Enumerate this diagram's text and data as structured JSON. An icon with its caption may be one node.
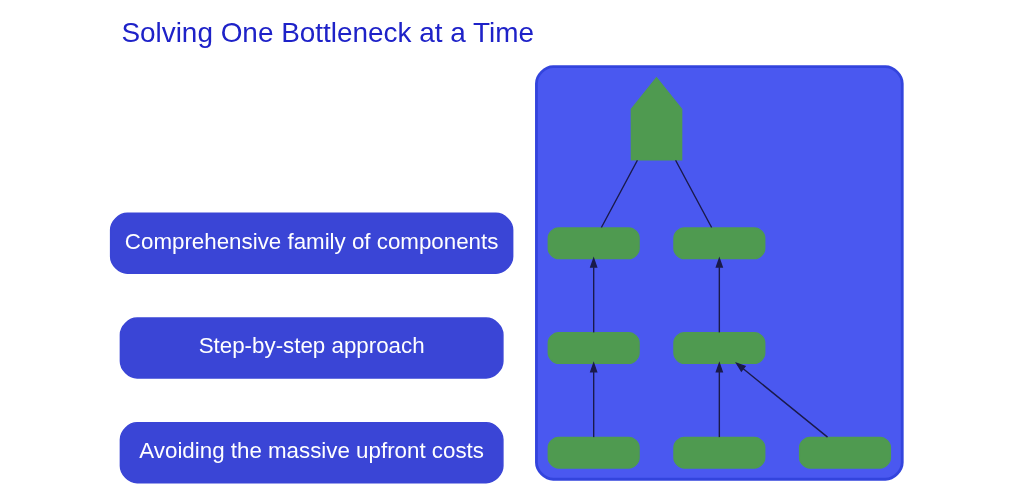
{
  "diagram": {
    "title": "Solving One Bottleneck at a Time",
    "nodes": [
      {
        "text": [
          "Comprehensive family of components"
        ]
      },
      {
        "text": [
          "Step-by-step approach"
        ]
      },
      {
        "text": [
          "Avoiding the massive upfront costs"
        ]
      },
      {
        "text": [],
        "shape": "bottle"
      },
      {
        "text": [],
        "shape": "arrow",
        "in": 3
      },
      {
        "text": [],
        "shape": "pill",
        "in": 3
      },
      {
        "text": [],
        "shape": "pill",
        "in": 3
      },
      {
        "text": [],
        "shape": "pill",
        "in": 3
      },
      {
        "text": [],
        "shape": "pill",
        "in": 3
      },
      {
        "text": [],
        "shape": "pill",
        "in": 3
      },
      {
        "text": [],
        "shape": "pill",
        "in": 3
      },
      {
        "text": [],
        "shape": "pill",
        "in": 3
      }
    ],
    "edges": [
      {
        "from": 5,
        "to": 4,
        "arrow": "none"
      },
      {
        "from": 6,
        "to": 4,
        "arrow": "none"
      },
      {
        "from": 7,
        "to": 5,
        "arrow": "to"
      },
      {
        "from": 8,
        "to": 6,
        "arrow": "to"
      },
      {
        "from": 9,
        "to": 7,
        "arrow": "to"
      },
      {
        "from": 10,
        "to": 7,
        "arrow": "to"
      },
      {
        "from": 11,
        "to": 8,
        "arrow": "to"
      }
    ]
  }
}
